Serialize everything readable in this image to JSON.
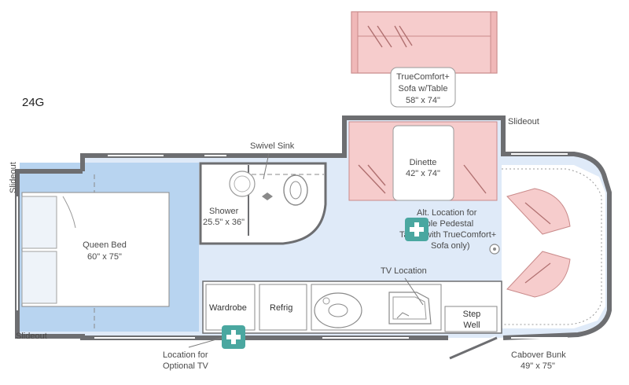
{
  "model": "24G",
  "labels": {
    "sofa": [
      "TrueComfort+",
      "Sofa w/Table",
      "58\" x 74\""
    ],
    "slideout_top": "Slideout",
    "swivel_sink": "Swivel Sink",
    "dinette": [
      "Dinette",
      "42\" x 74\""
    ],
    "shower": [
      "Shower",
      "25.5\" x 36\""
    ],
    "queen_bed": [
      "Queen Bed",
      "60\" x 75\""
    ],
    "alt_location": [
      "Alt. Location for",
      "Table Pedestal",
      "Table (with TrueComfort+",
      "Sofa only)"
    ],
    "tv_location": "TV Location",
    "wardrobe": "Wardrobe",
    "refrig": "Refrig",
    "step_well": [
      "Step",
      "Well"
    ],
    "slideout_left_top": "Slideout",
    "slideout_left_bottom": "Slideout",
    "optional_tv": [
      "Location for",
      "Optional TV"
    ],
    "cabover_bunk": [
      "Cabover Bunk",
      "49\" x 75\""
    ]
  },
  "colors": {
    "wall": "#6d6e71",
    "floor": "#dfeaf8",
    "bedroom": "#b8d4f0",
    "sofa": "#f6cccc",
    "sofa_line": "#c98a8a",
    "plus_marker": "#4aa7a0"
  }
}
